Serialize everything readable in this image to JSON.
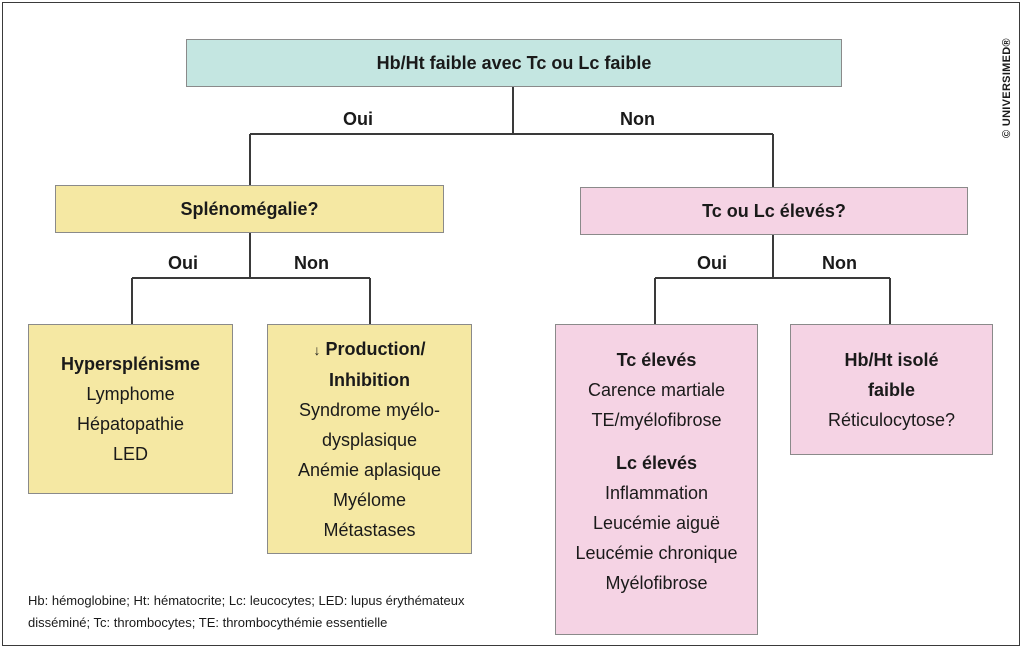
{
  "root": {
    "label": "Hb/Ht faible avec Tc ou Lc faible"
  },
  "edges": {
    "root_yes": "Oui",
    "root_no": "Non",
    "splen_yes": "Oui",
    "splen_no": "Non",
    "tclc_yes": "Oui",
    "tclc_no": "Non"
  },
  "splenomegalie": {
    "label": "Splénomégalie?"
  },
  "tc_lc_eleves": {
    "label": "Tc ou Lc élevés?"
  },
  "hypersplenisme": {
    "title": "Hypersplénisme",
    "items": [
      "Lymphome",
      "Hépatopathie",
      "LED"
    ]
  },
  "production": {
    "arrow": "↓",
    "title_line1": "Production/",
    "title_line2": "Inhibition",
    "items": [
      "Syndrome myélo-",
      "dysplasique",
      "Anémie aplasique",
      "Myélome",
      "Métastases"
    ]
  },
  "tc_lc_result": {
    "tc_title": "Tc élevés",
    "tc_items": [
      "Carence martiale",
      "TE/myélofibrose"
    ],
    "lc_title": "Lc élevés",
    "lc_items": [
      "Inflammation",
      "Leucémie aiguë",
      "Leucémie chronique",
      "Myélofibrose"
    ]
  },
  "isolated": {
    "title_line1": "Hb/Ht isolé",
    "title_line2": "faible",
    "items": [
      "Réticulocytose?"
    ]
  },
  "copyright": "© UNIVERSIMED®",
  "footnote": {
    "line1": "Hb: hémoglobine; Ht: hématocrite; Lc: leucocytes; LED: lupus érythémateux",
    "line2": "disséminé; Tc: thrombocytes; TE: thrombocythémie essentielle"
  },
  "colors": {
    "root_fill": "#c4e6e1",
    "left_fill": "#f5e8a3",
    "right_fill": "#f5d3e4",
    "line": "#3a3a3a"
  }
}
